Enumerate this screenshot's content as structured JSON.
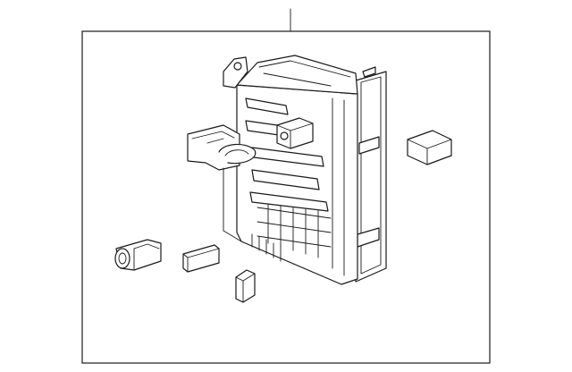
{
  "diagram": {
    "type": "exploded-parts-illustration",
    "text_labels": [],
    "line_color": "#1a1a1a",
    "background_color": "#ffffff",
    "parts": [
      {
        "id": "main-fuse-box",
        "icon": "fuse-box-icon"
      },
      {
        "id": "fuse-cover-block",
        "icon": "cover-block-icon"
      },
      {
        "id": "connector-plug-left",
        "icon": "connector-plug-icon"
      },
      {
        "id": "relay-wedge",
        "icon": "wedge-relay-icon"
      },
      {
        "id": "fuse-clip",
        "icon": "fuse-clip-icon"
      }
    ]
  }
}
